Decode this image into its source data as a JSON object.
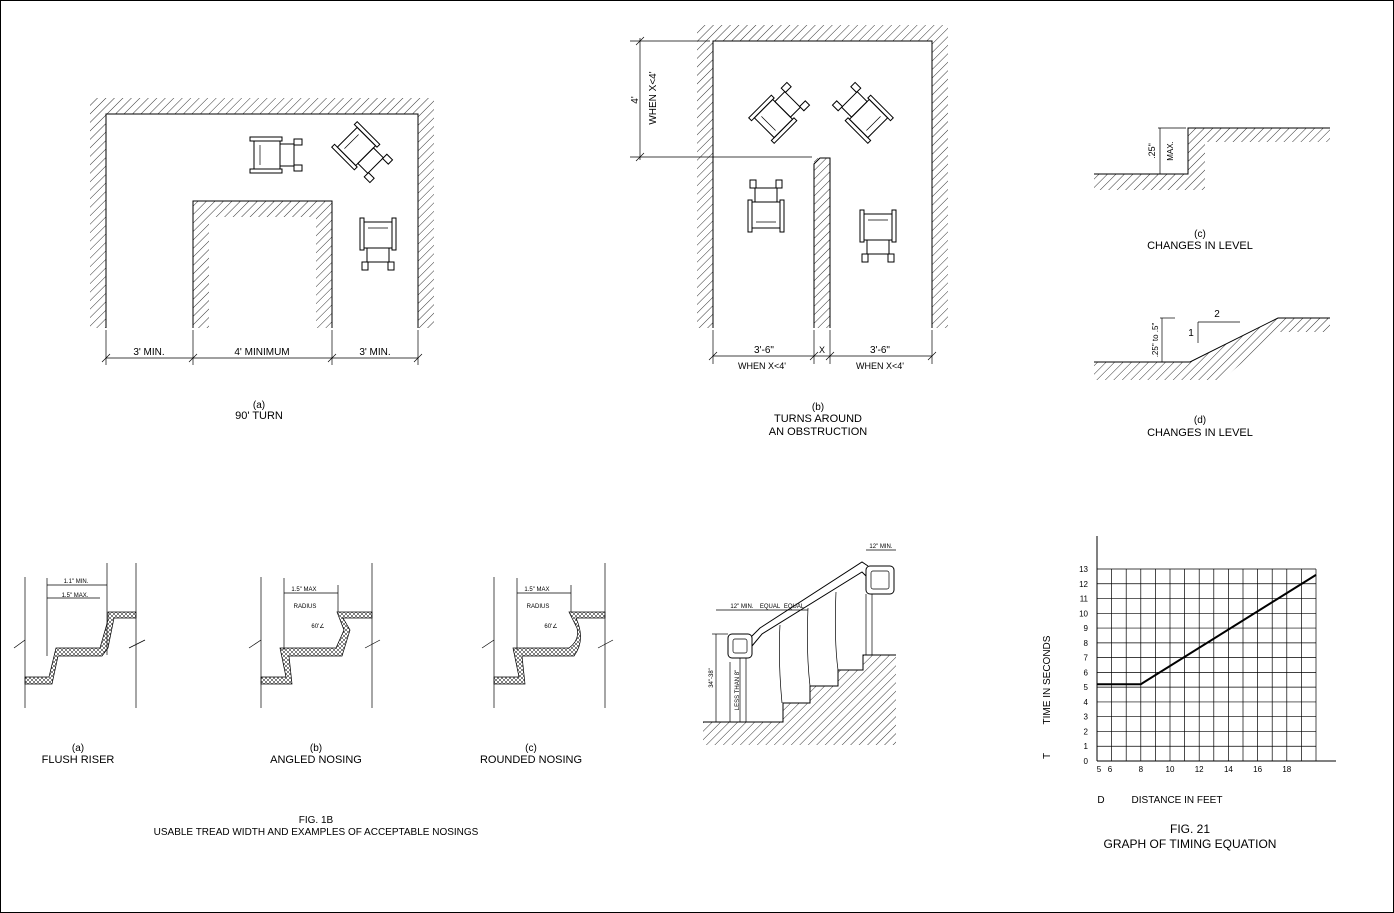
{
  "fig_a": {
    "dim_left": "3' MIN.",
    "dim_mid": "4' MINIMUM",
    "dim_right": "3' MIN.",
    "letter": "(a)",
    "caption": "90' TURN"
  },
  "fig_b": {
    "dim_top": "4'",
    "dim_top_cond": "WHEN X<4'",
    "dim_left": "3'-6\"",
    "dim_x": "X",
    "dim_right": "3'-6\"",
    "cond_left": "WHEN X<4'",
    "cond_right": "WHEN X<4'",
    "letter": "(b)",
    "caption_1": "TURNS AROUND",
    "caption_2": "AN OBSTRUCTION"
  },
  "fig_c": {
    "height": ".25\"",
    "max": "MAX.",
    "letter": "(c)",
    "caption": "CHANGES IN LEVEL"
  },
  "fig_d": {
    "height": ".25\" to .5\"",
    "slope_rise": "1",
    "slope_run": "2",
    "letter": "(d)",
    "caption": "CHANGES IN LEVEL"
  },
  "tread": {
    "a_dim1": "1.1\" MIN.",
    "a_dim2": "1.5\" MAX.",
    "a_letter": "(a)",
    "a_caption": "FLUSH RISER",
    "b_dim": "1.5\" MAX",
    "b_radius": "RADIUS",
    "b_angle": "60'∠",
    "b_letter": "(b)",
    "b_caption": "ANGLED NOSING",
    "c_dim": "1.5\" MAX",
    "c_radius": "RADIUS",
    "c_angle": "60'∠",
    "c_letter": "(c)",
    "c_caption": "ROUNDED NOSING",
    "fig_title": "FIG. 1B",
    "fig_caption": "USABLE TREAD WIDTH AND EXAMPLES OF ACCEPTABLE NOSINGS"
  },
  "handrail": {
    "top_dim": "12\" MIN.",
    "dim1": "12\" MIN.",
    "dim2": "EQUAL",
    "dim3": "EQUAL",
    "height": "34\"-38\"",
    "less": "LESS THAN 8\""
  },
  "chart_data": {
    "type": "line",
    "title": "FIG. 21",
    "subtitle": "GRAPH OF TIMING EQUATION",
    "xlabel_symbol": "D",
    "xlabel": "DISTANCE IN FEET",
    "ylabel_symbol": "T",
    "ylabel": "TIME IN SECONDS",
    "x_tick_labels": [
      "5",
      "6",
      "8",
      "10",
      "12",
      "14",
      "16",
      "18"
    ],
    "y_tick_labels": [
      "0",
      "1",
      "2",
      "3",
      "4",
      "5",
      "6",
      "7",
      "8",
      "9",
      "10",
      "11",
      "12",
      "13"
    ],
    "xlim": [
      5,
      20
    ],
    "ylim": [
      0,
      13
    ],
    "grid": true,
    "series": [
      {
        "x": [
          5,
          8,
          20
        ],
        "y": [
          5.2,
          5.2,
          12.6
        ]
      }
    ]
  }
}
